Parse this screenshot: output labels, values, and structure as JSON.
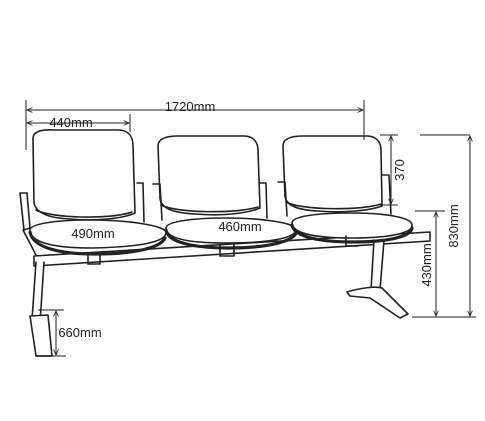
{
  "diagram": {
    "dimensions": {
      "overall_width": "1720mm",
      "seat_width": "440mm",
      "back_height": "370",
      "overall_height": "830mm",
      "seat_height": "430mm",
      "seat_depth_a": "490mm",
      "seat_depth_b": "460mm",
      "leg_depth": "660mm"
    }
  }
}
